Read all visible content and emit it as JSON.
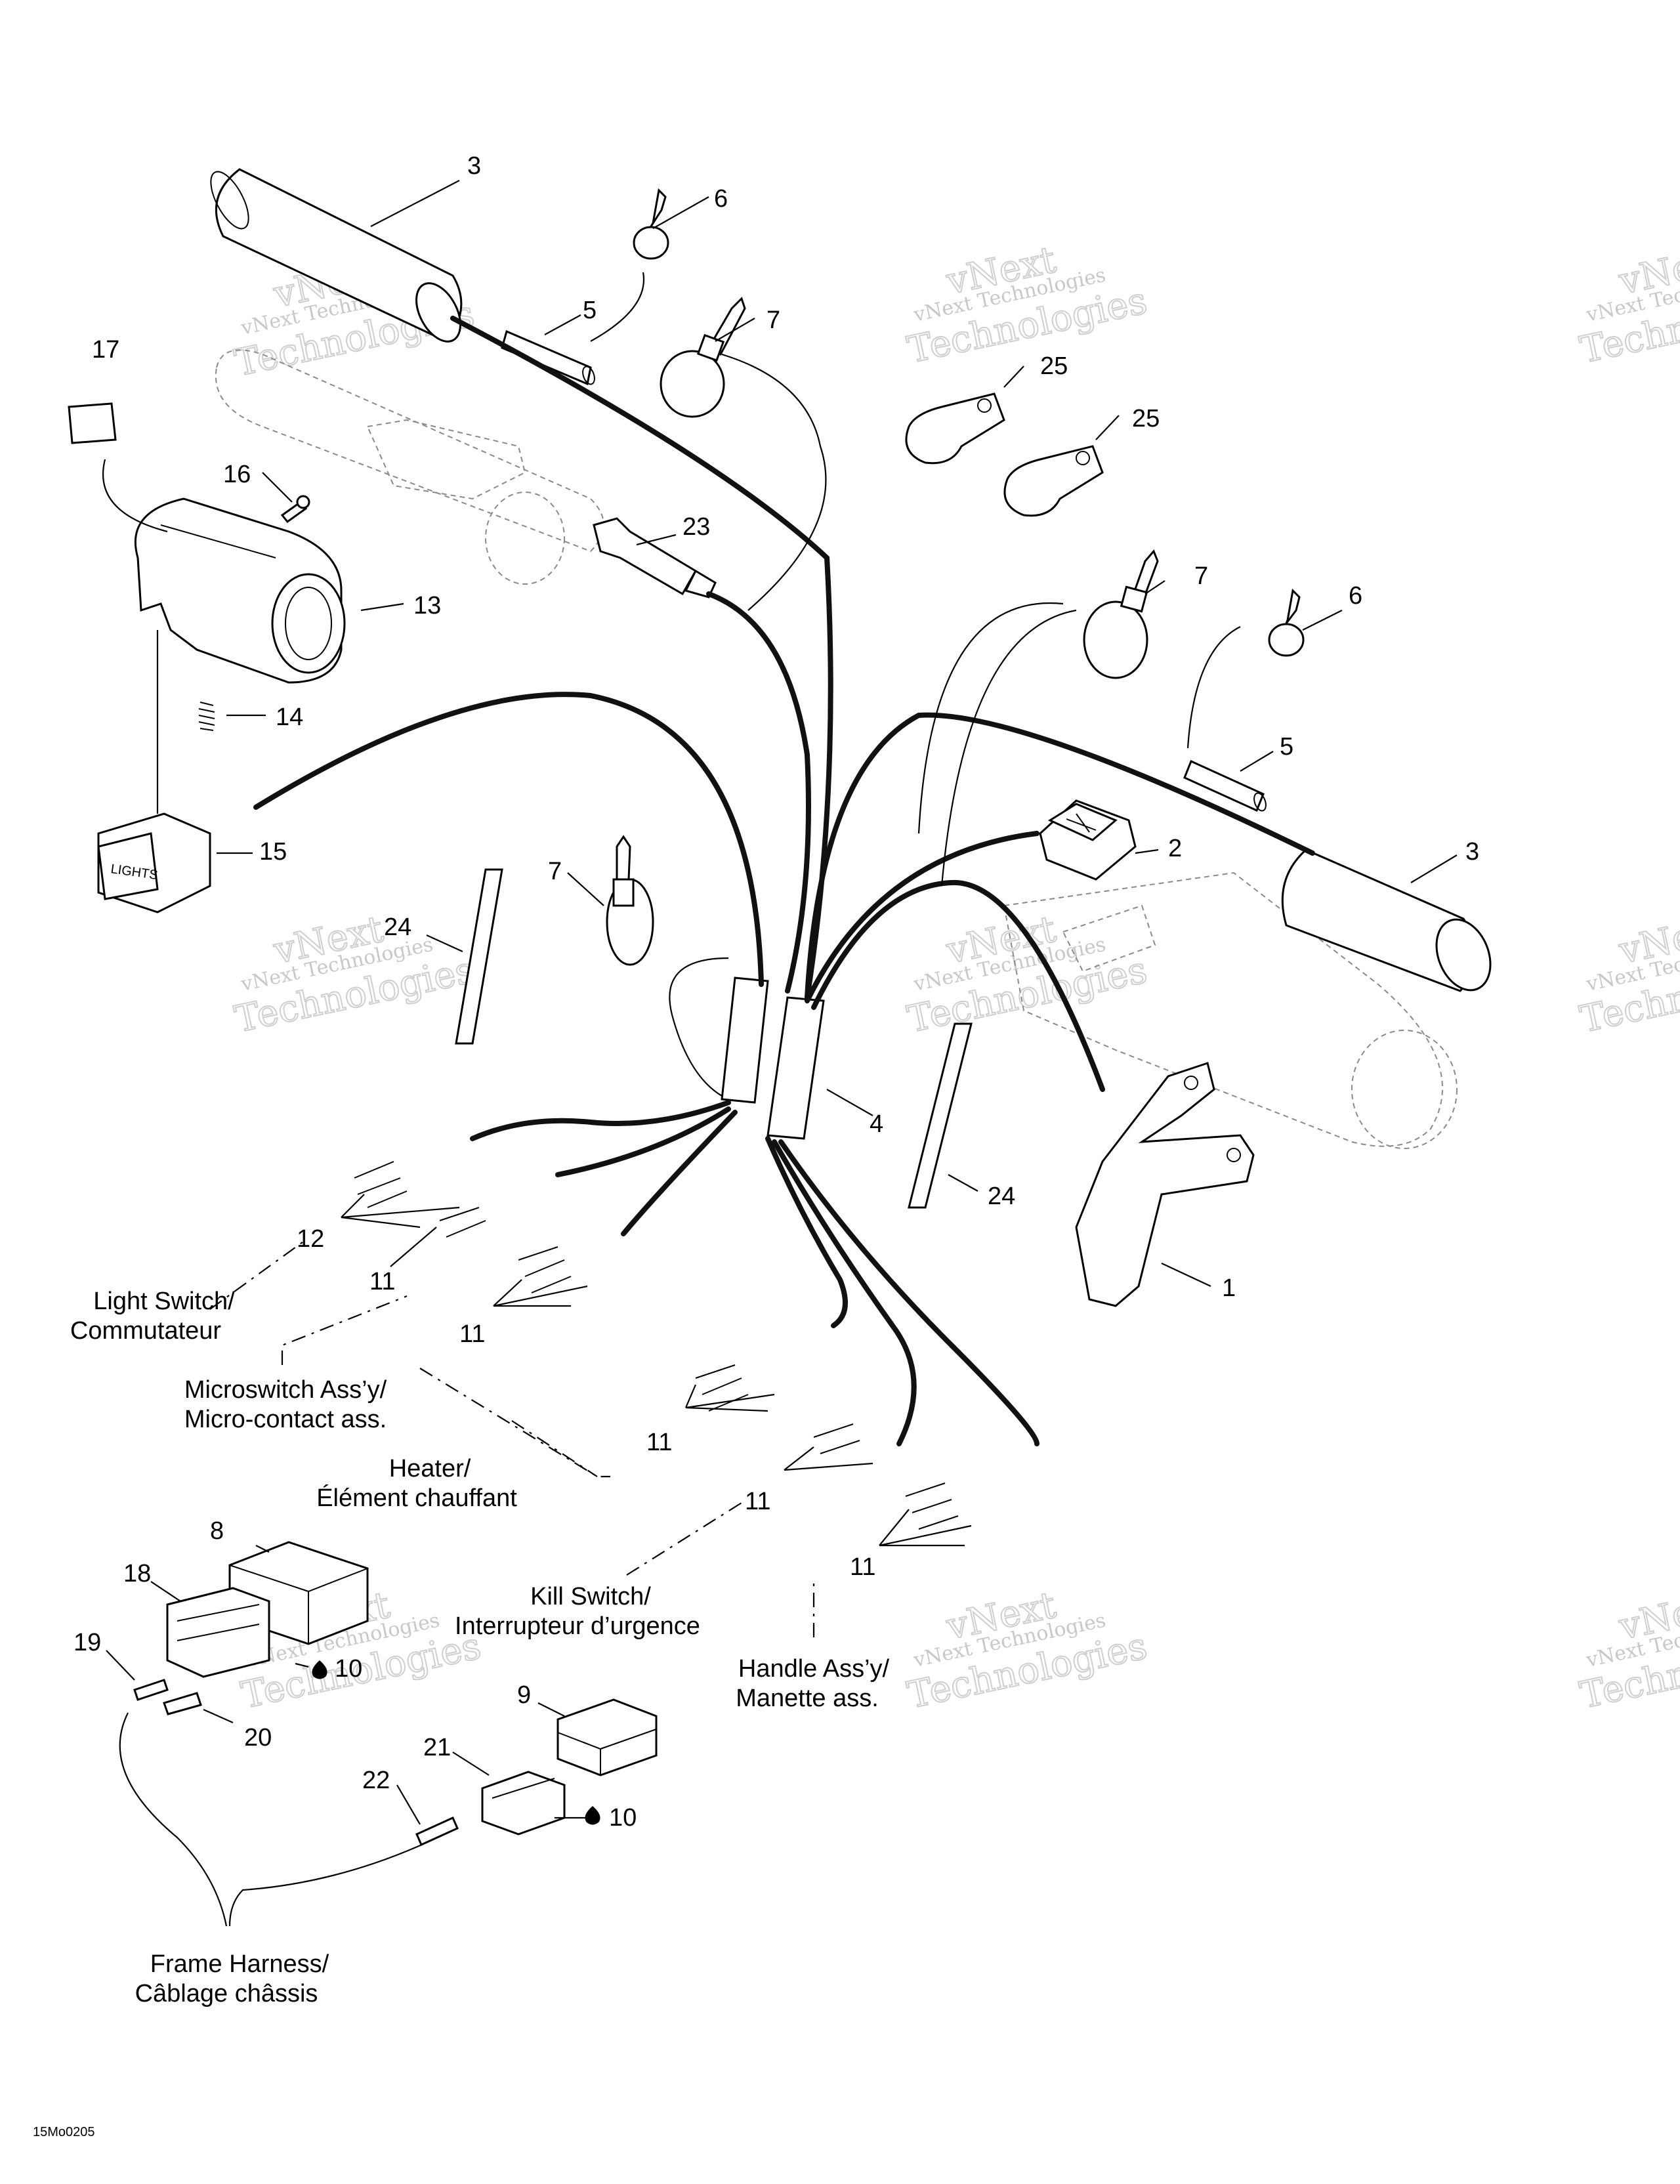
{
  "callouts": {
    "c1": "1",
    "c2": "2",
    "c3a": "3",
    "c3b": "3",
    "c4": "4",
    "c5a": "5",
    "c5b": "5",
    "c6a": "6",
    "c6b": "6",
    "c7a": "7",
    "c7b": "7",
    "c7c": "7",
    "c8": "8",
    "c9": "9",
    "c10a": "10",
    "c10b": "10",
    "c11a": "11",
    "c11b": "11",
    "c11c": "11",
    "c11d": "11",
    "c11e": "11",
    "c12": "12",
    "c13": "13",
    "c14": "14",
    "c15": "15",
    "c16": "16",
    "c17": "17",
    "c18": "18",
    "c19": "19",
    "c20": "20",
    "c21": "21",
    "c22": "22",
    "c23": "23",
    "c24a": "24",
    "c24b": "24",
    "c25a": "25",
    "c25b": "25"
  },
  "labels": {
    "light_switch_1": "Light Switch/",
    "light_switch_2": "Commutateur",
    "microswitch_1": "Microswitch Ass’y/",
    "microswitch_2": "Micro-contact ass.",
    "heater_1": "Heater/",
    "heater_2": "Élément chauffant",
    "kill_switch_1": "Kill Switch/",
    "kill_switch_2": "Interrupteur d’urgence",
    "handle_1": "Handle Ass’y/",
    "handle_2": "Manette ass.",
    "frame_harness_1": "Frame Harness/",
    "frame_harness_2": "Câblage châssis"
  },
  "diagram_code": "15Mo0205",
  "switch_label": "LIGHTS",
  "watermark": {
    "small": "vNext Technologies",
    "big_1": "vNext",
    "big_2": "Technologies",
    "color": "#c8c8c8"
  }
}
